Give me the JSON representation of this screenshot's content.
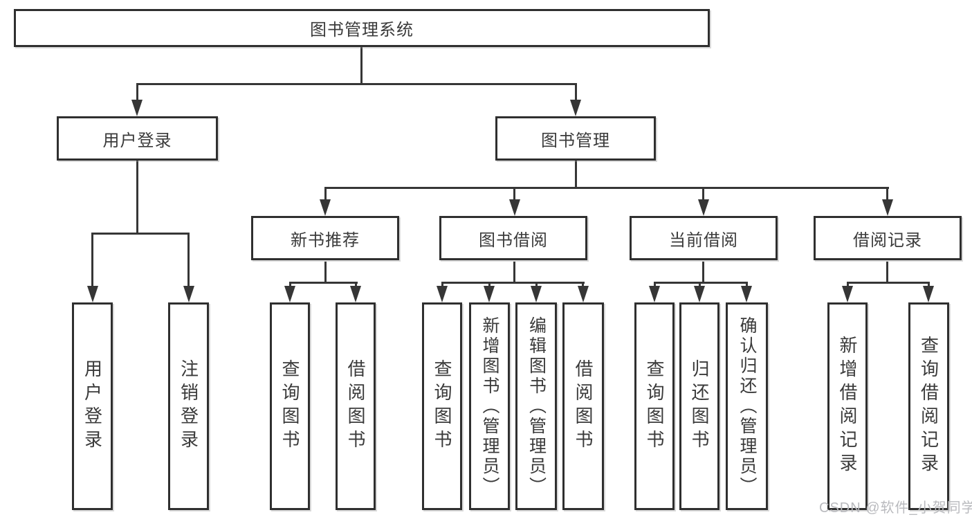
{
  "diagram": {
    "title": "图书管理系统",
    "root": {
      "label": "图书管理系统"
    },
    "level2": [
      {
        "label": "用户登录"
      },
      {
        "label": "图书管理"
      }
    ],
    "level3": [
      {
        "label": "新书推荐"
      },
      {
        "label": "图书借阅"
      },
      {
        "label": "当前借阅"
      },
      {
        "label": "借阅记录"
      }
    ],
    "leaves": {
      "user_login": [
        {
          "label": "用户登录"
        },
        {
          "label": "注销登录"
        }
      ],
      "new_book": [
        {
          "label": "查询图书"
        },
        {
          "label": "借阅图书"
        }
      ],
      "book_borrow": [
        {
          "label": "查询图书"
        },
        {
          "label": "新增图书（管理员）"
        },
        {
          "label": "编辑图书（管理员）"
        },
        {
          "label": "借阅图书"
        }
      ],
      "current_borrow": [
        {
          "label": "查询图书"
        },
        {
          "label": "归还图书"
        },
        {
          "label": "确认归还（管理员）"
        }
      ],
      "borrow_record": [
        {
          "label": "新增借阅记录"
        },
        {
          "label": "查询借阅记录"
        }
      ]
    }
  },
  "watermark": {
    "text": "CSDN @软件_小贺同学"
  },
  "colors": {
    "background": "#ffffff",
    "box_border": "#2f2f2f",
    "connector_line": "#363636",
    "text": "#3a3a3a",
    "watermark_text": "#b9babe"
  }
}
